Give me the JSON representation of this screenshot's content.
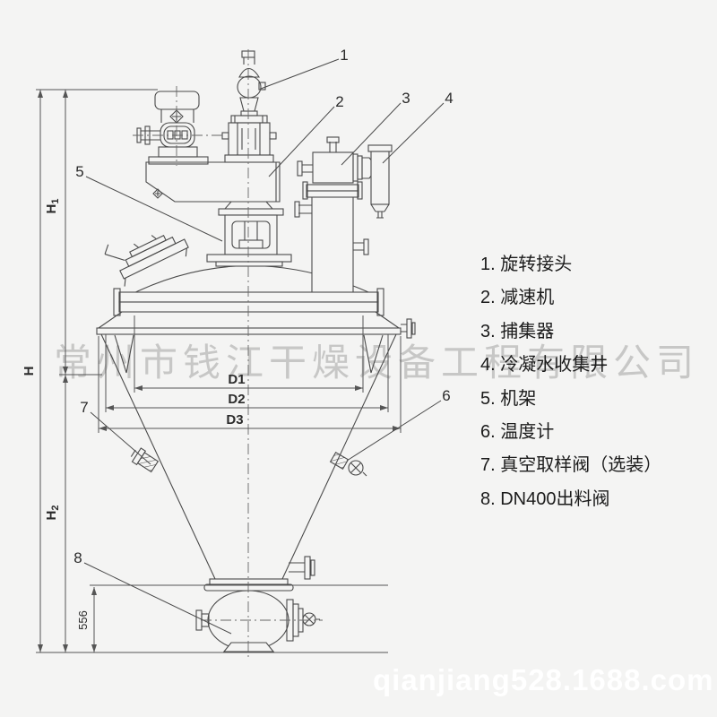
{
  "legend": {
    "items": [
      {
        "label": "1. 旋转接头"
      },
      {
        "label": "2. 减速机"
      },
      {
        "label": "3. 捕集器"
      },
      {
        "label": "4. 冷凝水收集井"
      },
      {
        "label": "5. 机架"
      },
      {
        "label": "6. 温度计"
      },
      {
        "label": "7. 真空取样阀（选装）"
      },
      {
        "label": "8. DN400出料阀"
      }
    ]
  },
  "watermark": {
    "company": "常州市钱江干燥设备工程有限公司",
    "url": "qianjiang528.1688.com"
  },
  "diagram": {
    "callouts": {
      "c1": "1",
      "c2": "2",
      "c3": "3",
      "c4": "4",
      "c5": "5",
      "c6": "6",
      "c7": "7",
      "c8": "8"
    },
    "dimensions": {
      "h": "H",
      "h1_base": "H",
      "h1_sub": "1",
      "h2_base": "H",
      "h2_sub": "2",
      "d1": "D1",
      "d2": "D2",
      "d3": "D3",
      "v556": "556"
    },
    "colors": {
      "line": "#4a4a4a",
      "dim_line": "#555555",
      "legend_text": "#1b1b1b",
      "watermark_gray": "#c3c3c3",
      "url_white": "#fbfbfb",
      "background": "#f4f4f3"
    }
  }
}
